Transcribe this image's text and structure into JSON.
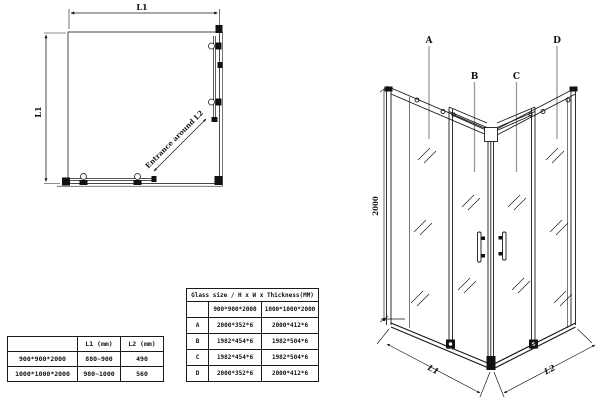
{
  "plan_view": {
    "dim_top_label": "L1",
    "dim_left_label": "L1",
    "entrance_label": "Entrance around L2"
  },
  "iso_view": {
    "label_a": "A",
    "label_b": "B",
    "label_c": "C",
    "label_d": "D",
    "height_label": "2000",
    "l1_label": "L1",
    "l2_label": "L2"
  },
  "dimension_table": {
    "col_headers": [
      "L1 (mm)",
      "L2 (mm)"
    ],
    "rows": [
      {
        "size": "900*900*2000",
        "l1": "880~900",
        "l2": "490"
      },
      {
        "size": "1000*1000*2000",
        "l1": "980~1000",
        "l2": "560"
      }
    ]
  },
  "glass_table": {
    "title": "Glass size / H x W x Thickness(MM)",
    "col_headers": [
      "900*900*2000",
      "1000*1000*2000"
    ],
    "rows": [
      {
        "panel": "A",
        "size_900": "2000*352*6",
        "size_1000": "2000*412*6"
      },
      {
        "panel": "B",
        "size_900": "1982*454*6",
        "size_1000": "1982*504*6"
      },
      {
        "panel": "C",
        "size_900": "1982*454*6",
        "size_1000": "1982*504*6"
      },
      {
        "panel": "D",
        "size_900": "2000*352*6",
        "size_1000": "2000*412*6"
      }
    ]
  },
  "colors": {
    "line": "#1a1a1a",
    "leader": "#9a9a9a",
    "background": "#ffffff"
  }
}
